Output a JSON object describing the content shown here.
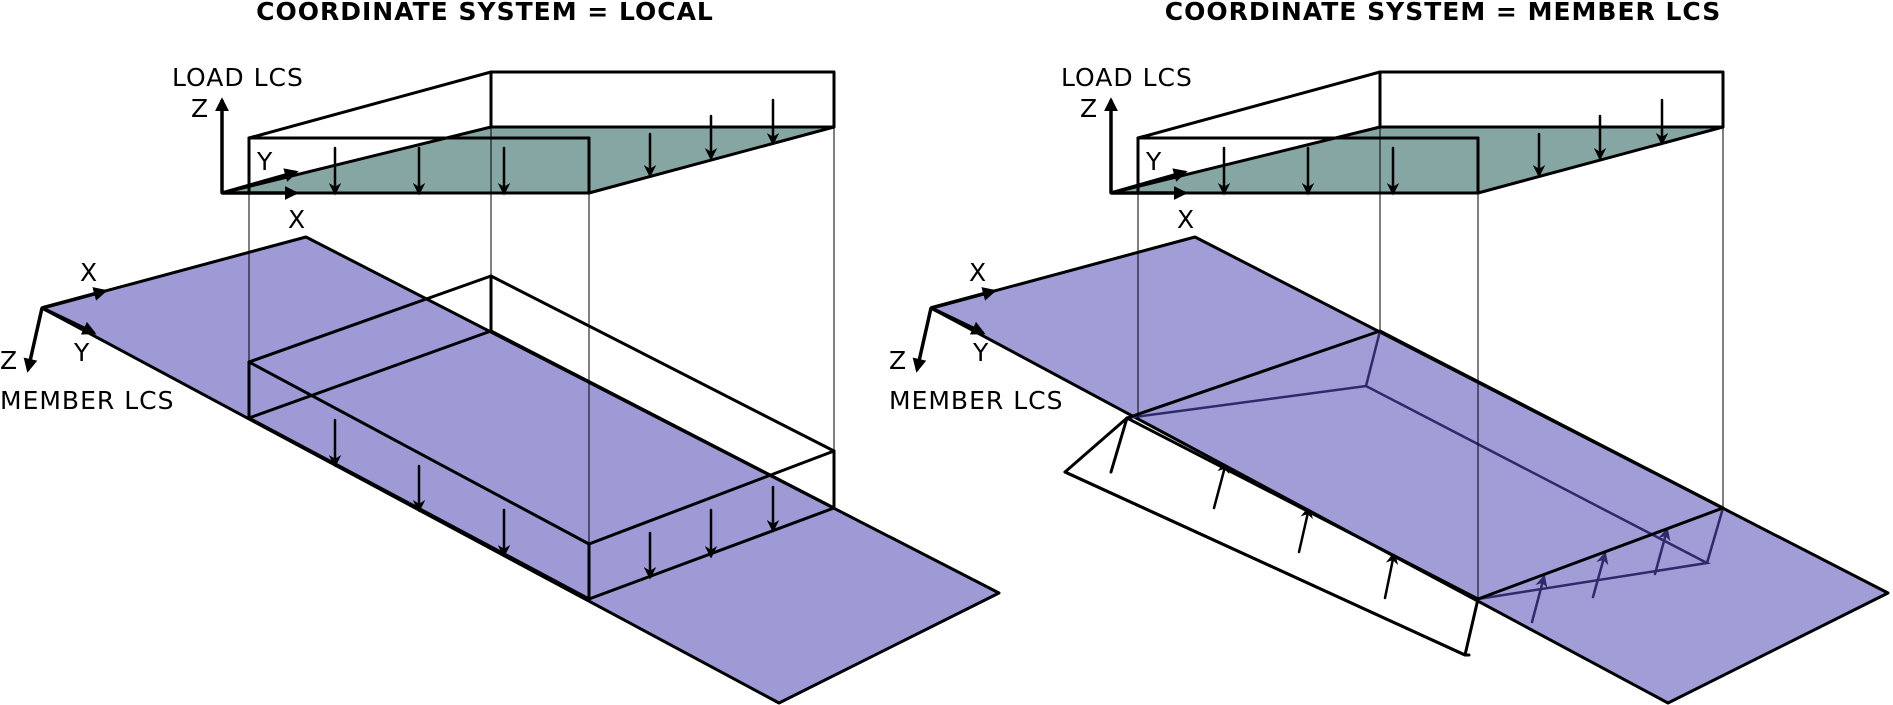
{
  "panels": [
    {
      "title": "COORDINATE SYSTEM = LOCAL",
      "load_lcs_label": "LOAD LCS",
      "member_lcs_label": "MEMBER LCS",
      "load_axes": {
        "z": "Z",
        "y": "Y",
        "x": "X"
      },
      "member_axes": {
        "x": "X",
        "y": "Y",
        "z": "Z"
      }
    },
    {
      "title": "COORDINATE SYSTEM = MEMBER LCS",
      "load_lcs_label": "LOAD LCS",
      "member_lcs_label": "MEMBER LCS",
      "load_axes": {
        "z": "Z",
        "y": "Y",
        "x": "X"
      },
      "member_axes": {
        "x": "X",
        "y": "Y",
        "z": "Z"
      }
    }
  ],
  "colors": {
    "load_plane": "#86a6a3",
    "member_plane": "#9d9ad6",
    "member_plane_edge": "#2e2a6b",
    "line": "#000000"
  }
}
